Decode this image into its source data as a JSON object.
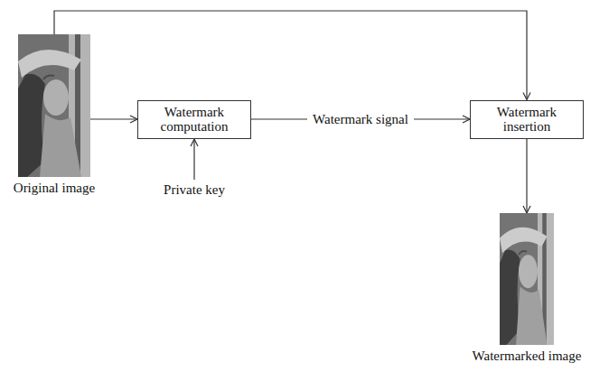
{
  "diagram": {
    "nodes": [
      {
        "text": [
          "Original image"
        ]
      },
      {
        "text": [
          "Watermark computation"
        ]
      },
      {
        "text": [
          "Watermark insertion"
        ]
      },
      {
        "text": [
          "Watermarked image"
        ]
      }
    ],
    "edges": [
      {
        "from": 0,
        "to": 1,
        "arrow": "to"
      },
      {
        "from": 1,
        "to": 2,
        "arrow": "to",
        "label": "Watermark signal"
      },
      {
        "from": 0,
        "to": 2,
        "arrow": "to"
      },
      {
        "from": 2,
        "to": 3,
        "arrow": "to"
      }
    ],
    "labels": [
      "Private key"
    ]
  }
}
